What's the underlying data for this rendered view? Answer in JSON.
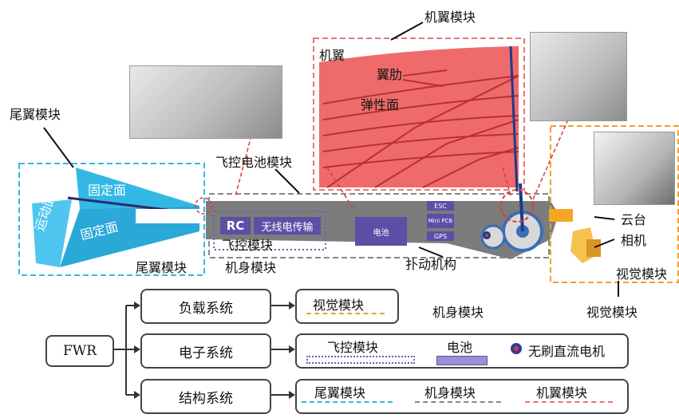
{
  "diagram": {
    "labels": {
      "wing_module_top": "机翼模块",
      "wing": "机翼",
      "rib": "翼肋",
      "elastic_surface": "弹性面",
      "tail_module_left": "尾翼模块",
      "fixed_surface_1": "固定面",
      "fixed_surface_2": "固定面",
      "moving_surface": "运动面",
      "tail_module_bottom": "尾翼模块",
      "fc_battery_module": "飞控电池模块",
      "rc": "RC",
      "radio_tx": "无线电传输",
      "fc_module": "飞控模块",
      "body_module_inner": "机身模块",
      "battery_small": "电池",
      "esc": "ESC",
      "mini_pcb": "Mini PCB",
      "gps": "GPS",
      "flapping_mechanism": "扑动机构",
      "gimbal": "云台",
      "camera": "相机",
      "vision_module_right": "视觉模块",
      "vision_module_lower": "视觉模块",
      "body_module_lower": "机身模块"
    }
  },
  "tree": {
    "root": "FWR",
    "branches": [
      "负载系统",
      "电子系统",
      "结构系统"
    ],
    "payload_items": [
      "视觉模块"
    ],
    "electronics_items": [
      "飞控模块",
      "电池",
      "无刷直流电机"
    ],
    "structure_items": [
      "尾翼模块",
      "机身模块",
      "机翼模块"
    ]
  },
  "colors": {
    "tail_blue": "#33b8e6",
    "wing_red": "#e85c5c",
    "body_gray": "#7a7a7a",
    "fc_purple": "#5b4fa6",
    "vision_orange": "#f0a030"
  }
}
